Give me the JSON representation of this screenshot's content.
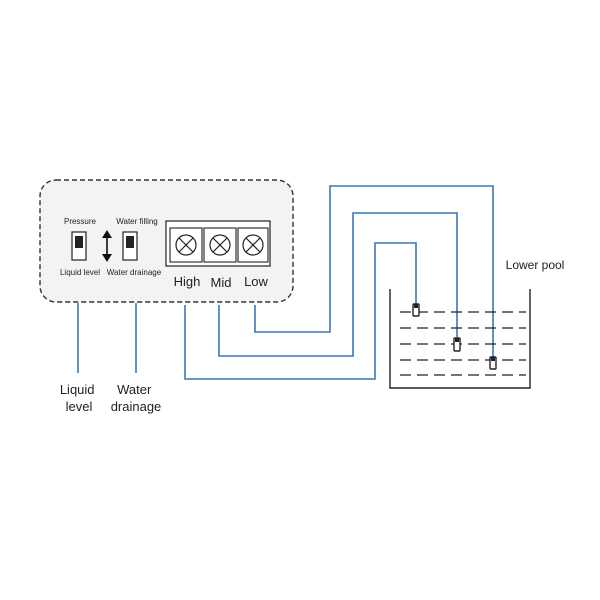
{
  "controller": {
    "switch_left": {
      "top_label": "Pressure",
      "bottom_label": "Liquid level"
    },
    "switch_right": {
      "top_label": "Water filling",
      "bottom_label": "Water drainage"
    },
    "terminals": [
      {
        "label": "High"
      },
      {
        "label": "Mid"
      },
      {
        "label": "Low"
      }
    ]
  },
  "callouts": {
    "liquid_level": [
      "Liquid",
      "level"
    ],
    "water_drainage": [
      "Water",
      "drainage"
    ]
  },
  "pool": {
    "label": "Lower pool"
  },
  "colors": {
    "wire": "#3a78b5",
    "outline": "#222222",
    "background": "#ffffff"
  }
}
